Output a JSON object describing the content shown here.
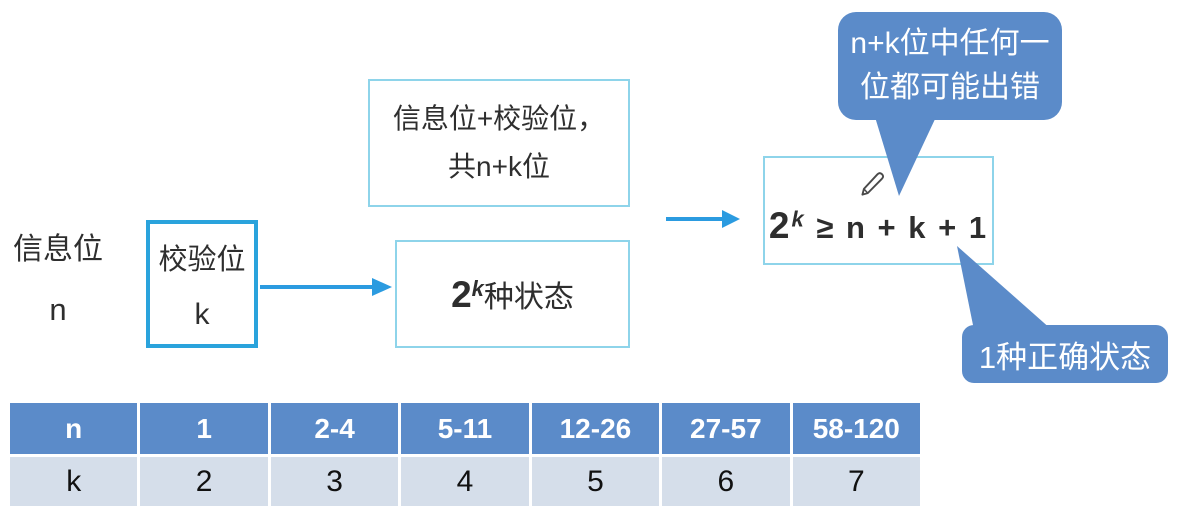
{
  "colors": {
    "bubble_blue": "#5b8bc9",
    "table_header_blue": "#5b8bc9",
    "table_row_light": "#d5deea",
    "box_border_light": "#8ed4ea",
    "box_border_strong": "#2aa3dc",
    "arrow_blue": "#2b9be0",
    "text_dark": "#2e2e2e"
  },
  "left_label": {
    "line1": "信息位",
    "line2": "n"
  },
  "check_box": {
    "line1": "校验位",
    "line2": "k"
  },
  "sum_box": {
    "line1": "信息位+校验位，",
    "line2": "共n+k位"
  },
  "states_box": {
    "base": "2",
    "sup": "k",
    "rest": "种状态"
  },
  "formula_box": {
    "base": "2",
    "sup": "k",
    "rest": " ≥ n + k + 1",
    "icon": "pencil-icon"
  },
  "bubble_top": {
    "line1": "n+k位中任何一",
    "line2": "位都可能出错"
  },
  "bubble_bottom": {
    "text": "1种正确状态"
  },
  "table": {
    "row_n": {
      "label": "n",
      "values": [
        "1",
        "2-4",
        "5-11",
        "12-26",
        "27-57",
        "58-120"
      ]
    },
    "row_k": {
      "label": "k",
      "values": [
        "2",
        "3",
        "4",
        "5",
        "6",
        "7"
      ]
    }
  }
}
